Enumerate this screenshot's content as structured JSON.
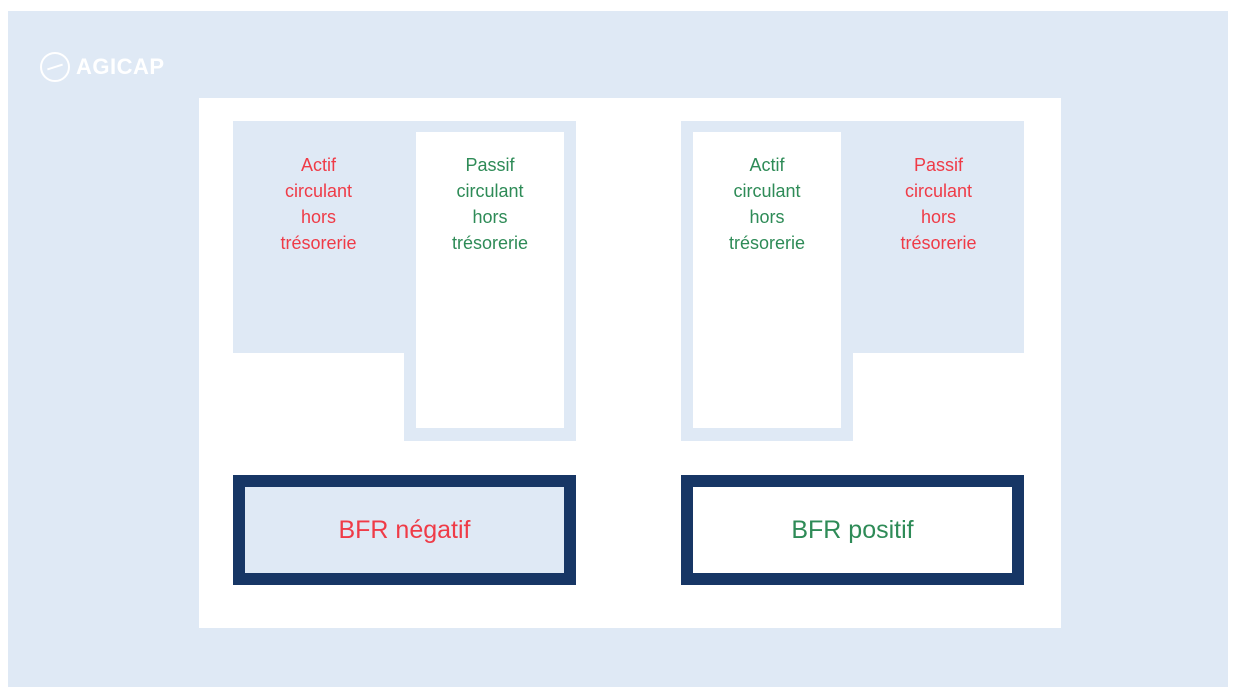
{
  "logo": {
    "name": "AGICAP"
  },
  "left": {
    "actif": "Actif\ncirculant\nhors\ntrésorerie",
    "passif": "Passif\ncirculant\nhors\ntrésorerie",
    "bfr": "BFR négatif"
  },
  "right": {
    "actif": "Actif\ncirculant\nhors\ntrésorerie",
    "passif": "Passif\ncirculant\nhors\ntrésorerie",
    "bfr": "BFR positif"
  },
  "colors": {
    "background": "#dfe9f5",
    "panel": "#ffffff",
    "negative": "#ef3b47",
    "positive": "#2e8b57",
    "border_navy": "#173665"
  }
}
